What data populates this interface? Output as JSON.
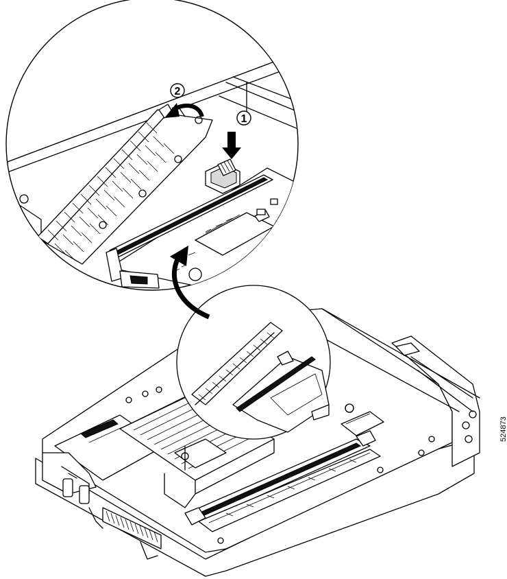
{
  "callouts": [
    {
      "number": "1",
      "meaning": "press-down"
    },
    {
      "number": "2",
      "meaning": "rotate-into-place"
    }
  ],
  "figure_id": "524873",
  "colors": {
    "line": "#000000",
    "background": "#ffffff",
    "shade": "#d9d9d9"
  }
}
